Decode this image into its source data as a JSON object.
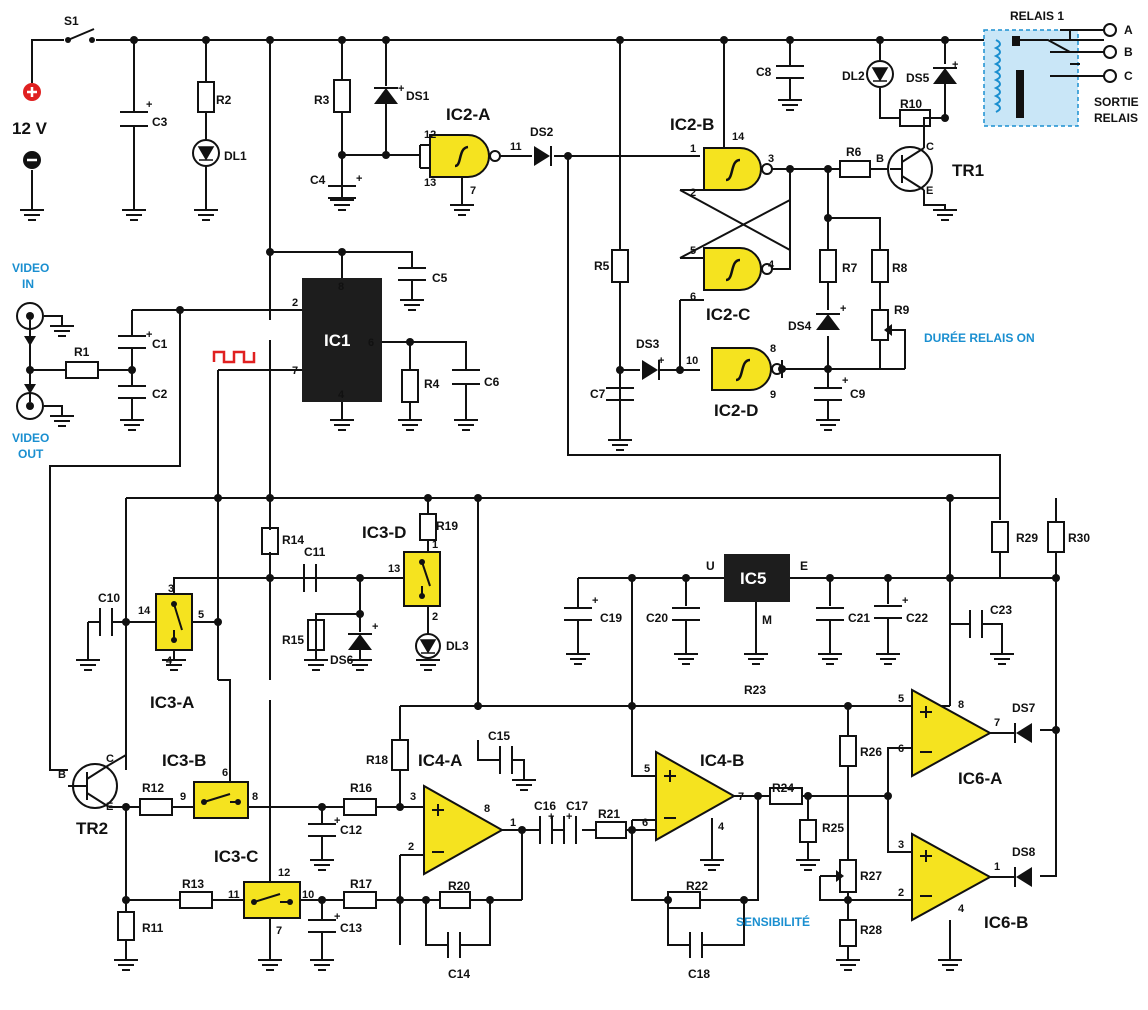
{
  "supply": {
    "voltage": "12 V",
    "switch": "S1"
  },
  "video": {
    "in": [
      "VIDEO",
      "IN"
    ],
    "out": [
      "VIDEO",
      "OUT"
    ]
  },
  "relay": {
    "name": "RELAIS 1",
    "terminals": [
      "A",
      "B",
      "C"
    ],
    "output": [
      "SORTIE",
      "RELAIS"
    ]
  },
  "controls": {
    "duration": "DURÉE RELAIS ON",
    "sensitivity": "SENSIBILITÉ"
  },
  "ics": {
    "ic1": "IC1",
    "ic2a": "IC2-A",
    "ic2b": "IC2-B",
    "ic2c": "IC2-C",
    "ic2d": "IC2-D",
    "ic3a": "IC3-A",
    "ic3b": "IC3-B",
    "ic3c": "IC3-C",
    "ic3d": "IC3-D",
    "ic4a": "IC4-A",
    "ic4b": "IC4-B",
    "ic5": "IC5",
    "ic6a": "IC6-A",
    "ic6b": "IC6-B"
  },
  "transistors": [
    "TR1",
    "TR2"
  ],
  "regulator_pins": [
    "U",
    "E",
    "M"
  ],
  "transistor_pins": [
    "B",
    "C",
    "E"
  ],
  "resistors": [
    "R1",
    "R2",
    "R3",
    "R4",
    "R5",
    "R6",
    "R7",
    "R8",
    "R9",
    "R10",
    "R11",
    "R12",
    "R13",
    "R14",
    "R15",
    "R16",
    "R17",
    "R18",
    "R19",
    "R20",
    "R21",
    "R22",
    "R23",
    "R24",
    "R25",
    "R26",
    "R27",
    "R28",
    "R29",
    "R30"
  ],
  "capacitors": [
    "C1",
    "C2",
    "C3",
    "C4",
    "C5",
    "C6",
    "C7",
    "C8",
    "C9",
    "C10",
    "C11",
    "C12",
    "C13",
    "C14",
    "C15",
    "C16",
    "C17",
    "C18",
    "C19",
    "C20",
    "C21",
    "C22",
    "C23"
  ],
  "diodes": [
    "DS1",
    "DS2",
    "DS3",
    "DS4",
    "DS5",
    "DS6",
    "DS7",
    "DS8"
  ],
  "leds": [
    "DL1",
    "DL2",
    "DL3"
  ],
  "pin_numbers": {
    "ic1": [
      "2",
      "8",
      "6",
      "7",
      "4"
    ],
    "ic2a": [
      "12",
      "13",
      "11",
      "7"
    ],
    "ic2b": [
      "1",
      "2",
      "3",
      "14"
    ],
    "ic2c": [
      "5",
      "6",
      "4"
    ],
    "ic2d": [
      "10",
      "8",
      "9"
    ],
    "ic3a": [
      "3",
      "14",
      "5",
      "4"
    ],
    "ic3b": [
      "6",
      "9",
      "8"
    ],
    "ic3c": [
      "12",
      "11",
      "10",
      "7"
    ],
    "ic3d": [
      "13",
      "1",
      "2"
    ],
    "ic4a": [
      "3",
      "2",
      "8",
      "1"
    ],
    "ic4b": [
      "5",
      "6",
      "7",
      "4"
    ],
    "ic6a": [
      "5",
      "6",
      "8",
      "7"
    ],
    "ic6b": [
      "3",
      "2",
      "1",
      "4"
    ]
  },
  "polarity": {
    "plus": "+",
    "minus": "−"
  },
  "colors": {
    "gate_fill": "#f5e31f",
    "relay_box": "#c9e6f7",
    "accent_blue": "#1a8fd0",
    "power_red": "#e02020",
    "ic_body": "#1d1d1d"
  }
}
